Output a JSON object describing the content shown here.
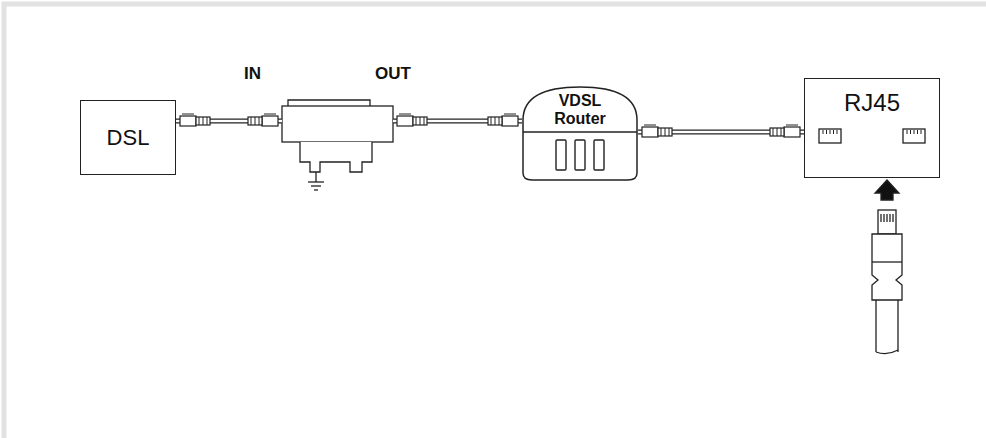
{
  "diagram": {
    "nodes": [
      {
        "text": [
          "DSL"
        ]
      },
      {
        "text": [
          "IN",
          "OUT"
        ]
      },
      {
        "text": [
          "VDSL Router"
        ]
      },
      {
        "text": [
          "RJ45"
        ]
      }
    ],
    "edges": [
      {
        "from": 0,
        "to": 1,
        "arrow": "none"
      },
      {
        "from": 1,
        "to": 2,
        "arrow": "none"
      },
      {
        "from": 2,
        "to": 3,
        "arrow": "none"
      }
    ]
  }
}
